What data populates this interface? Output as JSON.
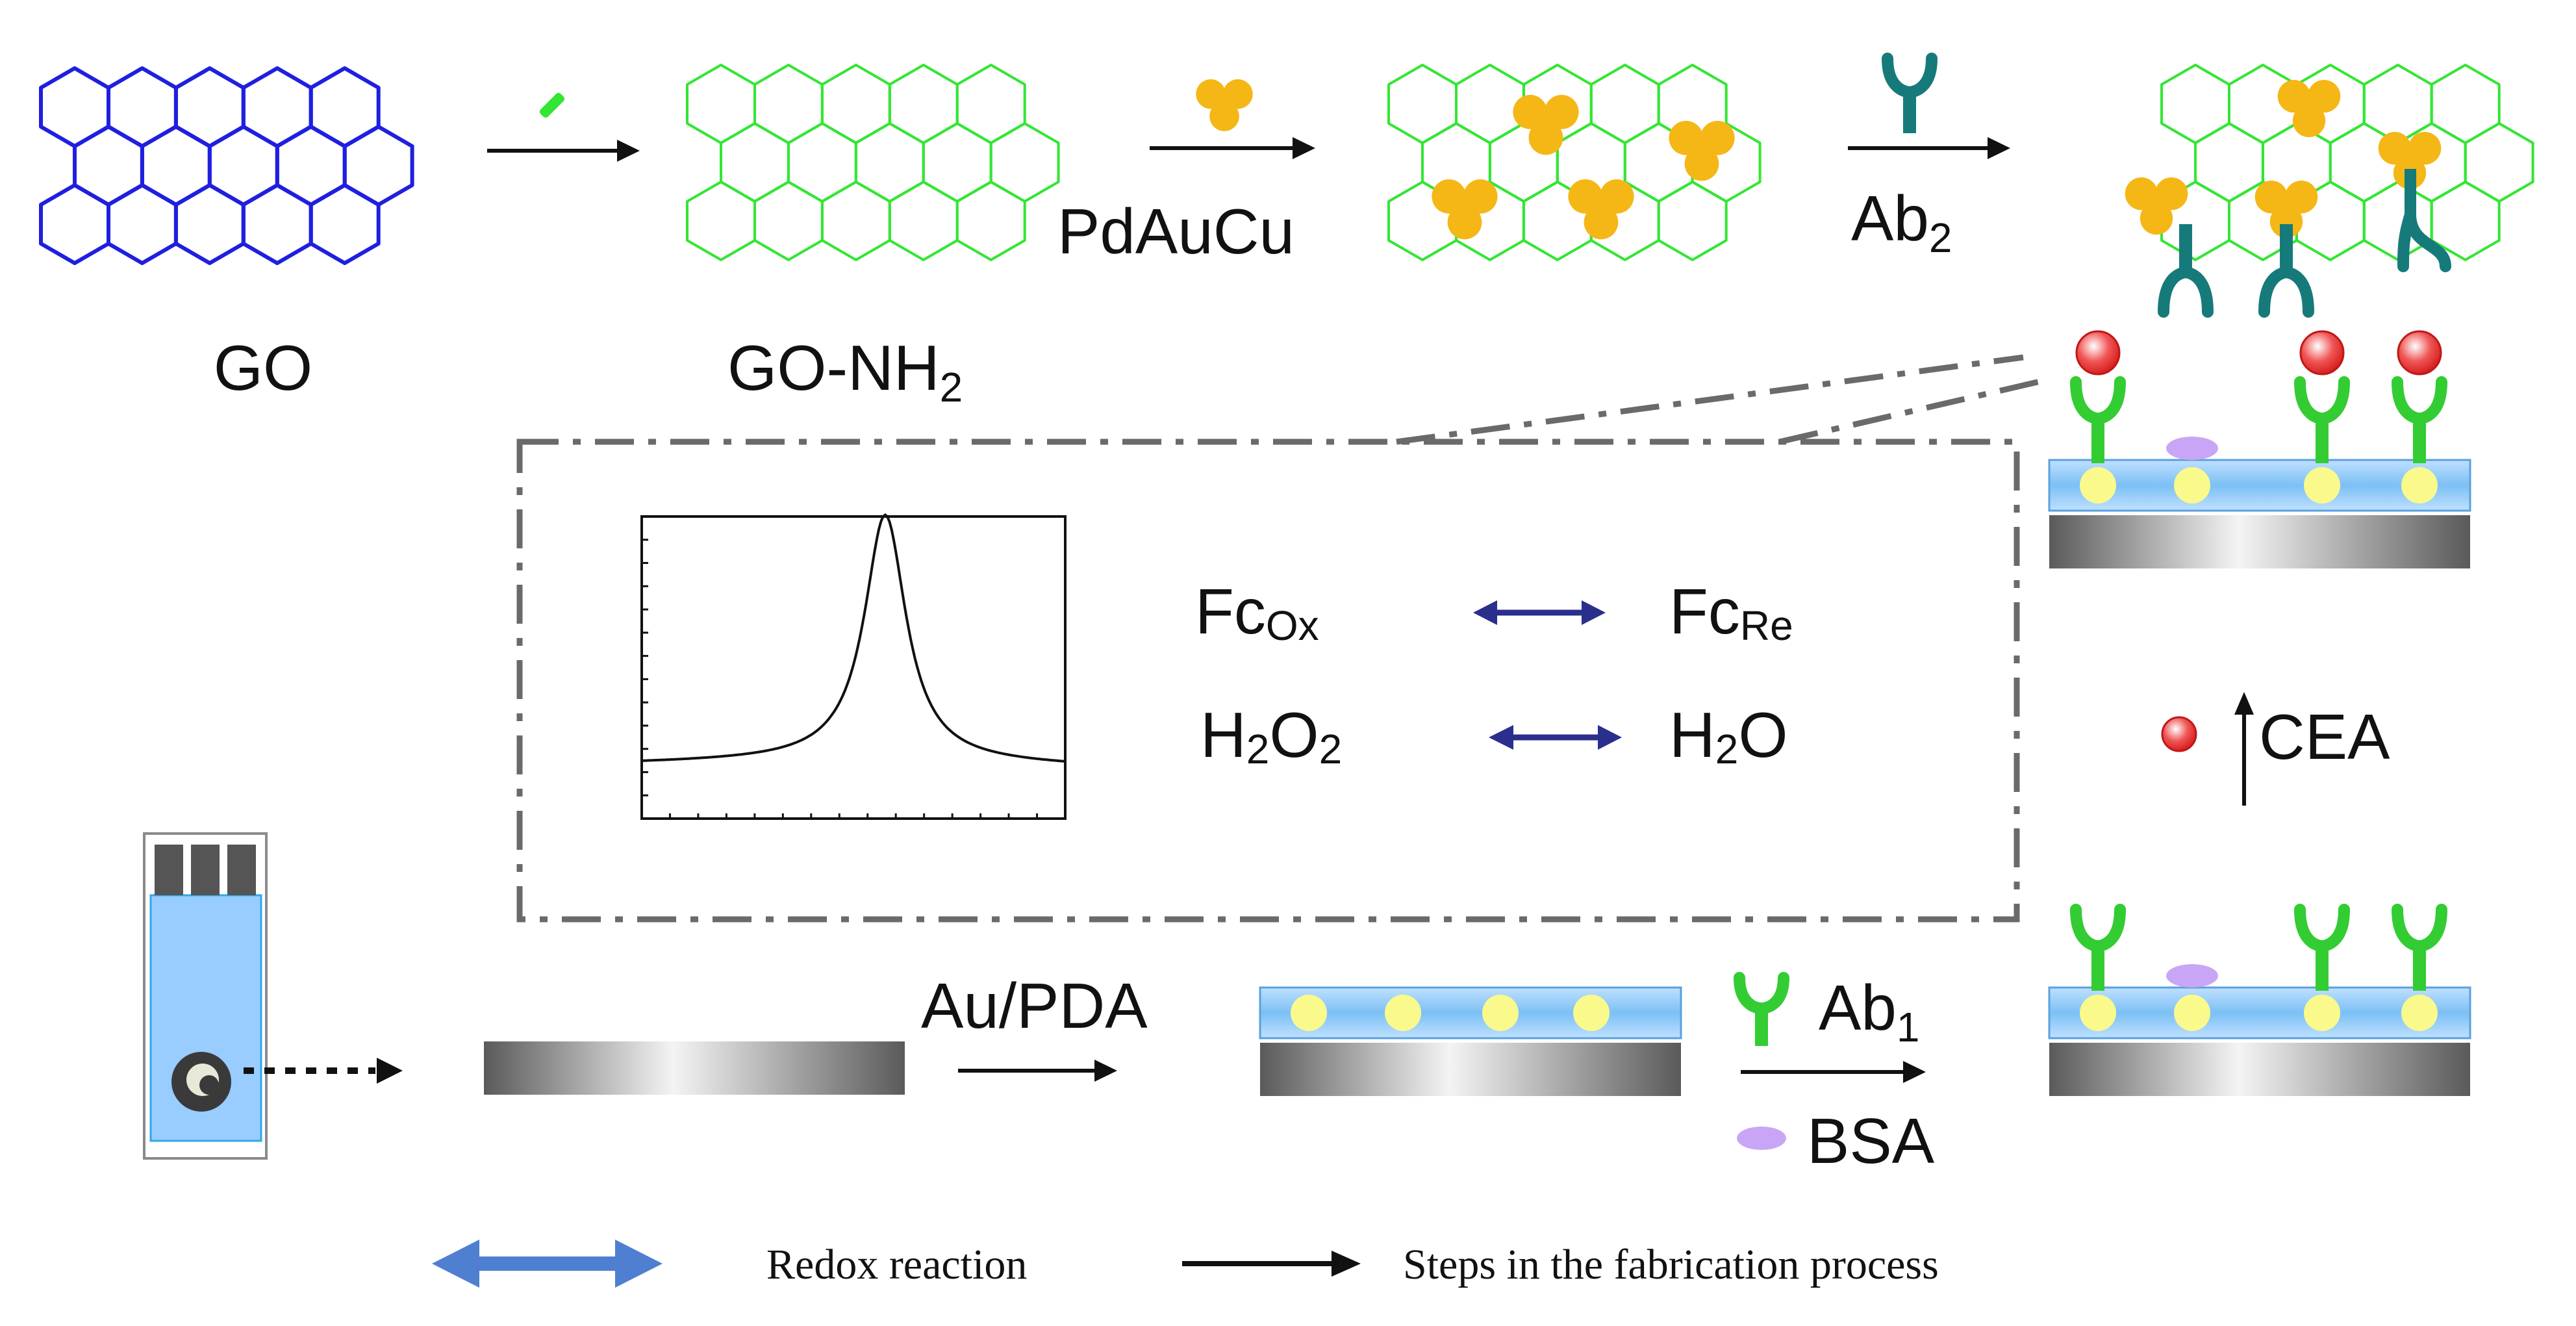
{
  "colors": {
    "go": "#1f1fe0",
    "go_nh2": "#33e633",
    "pdaucu": "#f5b716",
    "ab2": "#167a7a",
    "ab1": "#33cc33",
    "cea": "#e53030",
    "bsa": "#c9a6f5",
    "electrode_blue": "#99ccff",
    "au_dot": "#fafa8c",
    "redox_arrow": "#2a2f8c",
    "legend_arrow": "#4f7fd0"
  },
  "icons": [
    "honeycomb-sheet-icon",
    "nh2-linker-icon",
    "pdaucu-nanoparticle-icon",
    "antibody-icon",
    "cea-sphere-icon",
    "bsa-ellipse-icon",
    "electrode-icon",
    "screen-printed-electrode-icon"
  ],
  "labels": {
    "go": "GO",
    "go_nh2_main": "GO-NH",
    "go_nh2_sub": "2",
    "pdaucu": "PdAuCu",
    "ab2_main": "Ab",
    "ab2_sub": "2",
    "au_pda": "Au/PDA",
    "ab1_main": "Ab",
    "ab1_sub": "1",
    "bsa": "BSA",
    "cea": "CEA"
  },
  "reactions": {
    "fc_left_main": "Fc",
    "fc_left_sub": "Ox",
    "fc_right_main": "Fc",
    "fc_right_sub": "Re",
    "h2o2_a": "H",
    "h2o2_sub_a": "2",
    "h2o2_b": "O",
    "h2o2_sub_b": "2",
    "h2o_a": "H",
    "h2o_sub": "2",
    "h2o_b": "O"
  },
  "legend": {
    "redox": "Redox reaction",
    "steps": "Steps in the fabrication process"
  }
}
